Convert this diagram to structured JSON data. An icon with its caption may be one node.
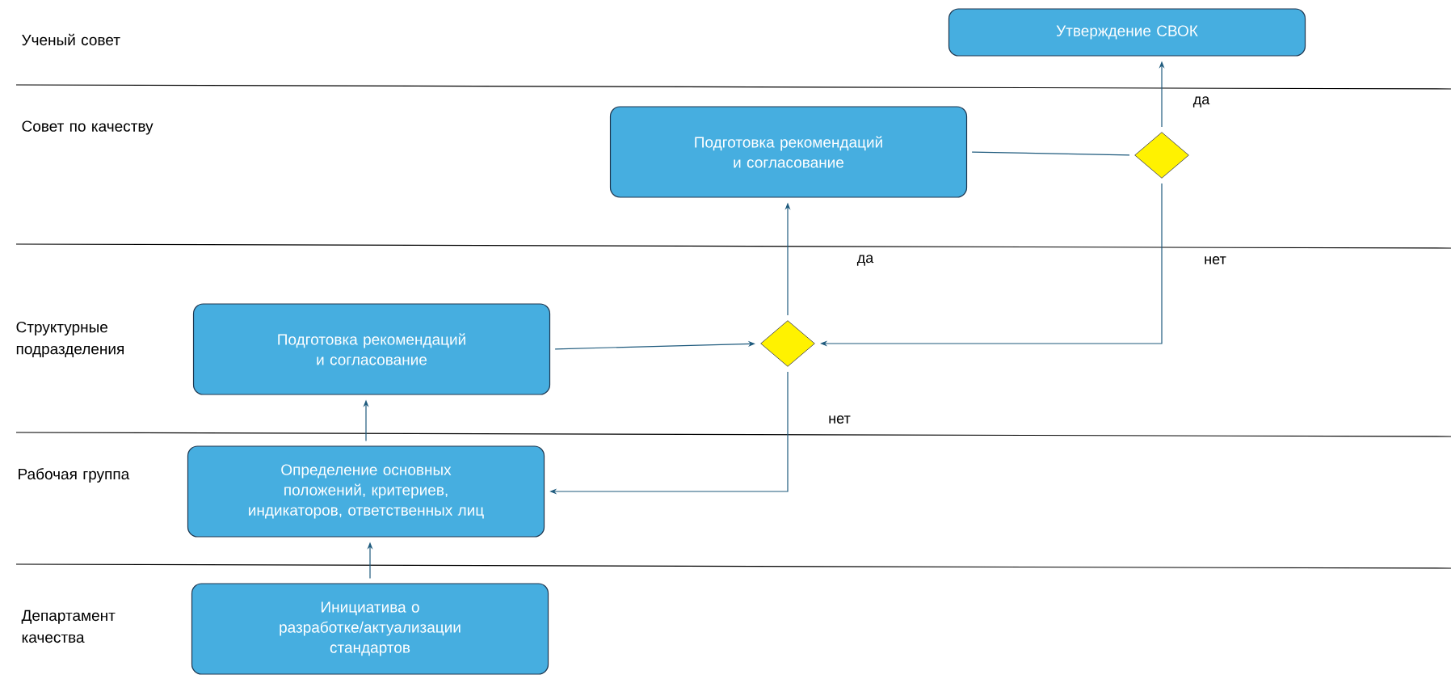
{
  "diagram": {
    "nodes": [
      {
        "text": [
          "Утверждение СВОК"
        ]
      },
      {
        "text": [
          "Подготовка рекомендаций и согласование"
        ]
      },
      {
        "text": [],
        "shape": "diamond"
      },
      {
        "text": [
          "Подготовка рекомендаций и согласование"
        ]
      },
      {
        "text": [],
        "shape": "diamond"
      },
      {
        "text": [
          "Определение основных положений, критериев, индикаторов, ответственных лиц"
        ]
      },
      {
        "text": [
          "Инициатива о разработке/актуализации стандартов"
        ]
      }
    ],
    "edges": [
      {
        "from": 6,
        "to": 5,
        "arrow": "to"
      },
      {
        "from": 5,
        "to": 3,
        "arrow": "to"
      },
      {
        "from": 3,
        "to": 4,
        "arrow": "to"
      },
      {
        "from": 4,
        "to": 1,
        "arrow": "to",
        "label": "да"
      },
      {
        "from": 4,
        "to": 5,
        "arrow": "to",
        "label": "нет"
      },
      {
        "from": 1,
        "to": 2,
        "arrow": "none"
      },
      {
        "from": 2,
        "to": 0,
        "arrow": "to",
        "label": "да"
      },
      {
        "from": 2,
        "to": 4,
        "arrow": "to",
        "label": "нет"
      }
    ],
    "labels": [
      "Ученый совет",
      "Совет по качеству",
      "Структурные подразделения",
      "Рабочая группа",
      "Департамент качества"
    ]
  }
}
